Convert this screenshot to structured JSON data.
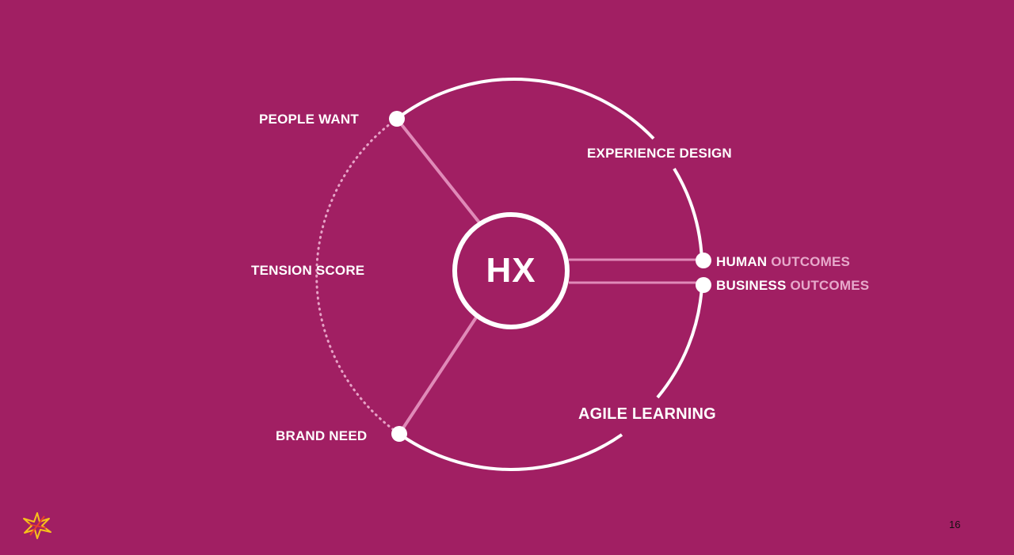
{
  "slide": {
    "background_color": "#a11f63",
    "page_number": "16"
  },
  "diagram": {
    "center_label": "HX",
    "nodes": {
      "people_want": "PEOPLE WANT",
      "brand_need": "BRAND NEED",
      "tension_score": "TENSION SCORE",
      "experience_design": "EXPERIENCE DESIGN",
      "agile_learning": "AGILE LEARNING"
    },
    "outcomes": [
      {
        "lead": "HUMAN",
        "tail": "OUTCOMES"
      },
      {
        "lead": "BUSINESS",
        "tail": "OUTCOMES"
      }
    ],
    "colors": {
      "line": "#ffffff",
      "spoke": "#e08ab8",
      "muted_text": "#e7a9cb"
    }
  },
  "logo": {
    "icon": "spark-burst-icon"
  }
}
